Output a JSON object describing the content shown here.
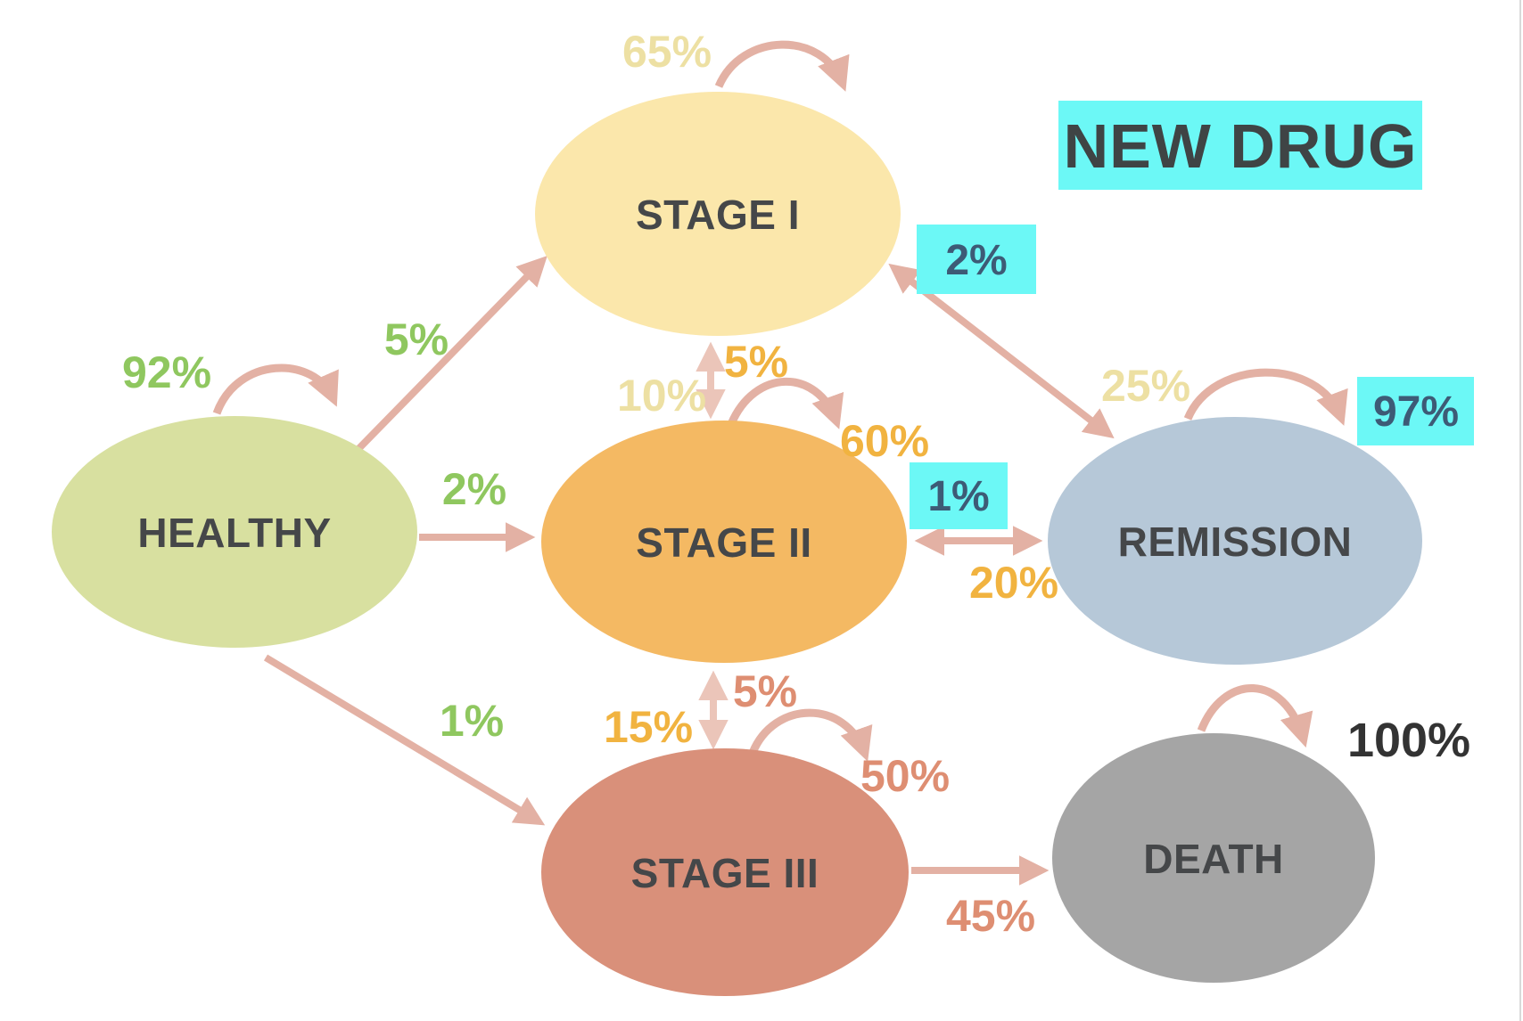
{
  "banner": {
    "label": "NEW DRUG"
  },
  "nodes": {
    "healthy": {
      "label": "HEALTHY",
      "self_loop_pct": "92%"
    },
    "stage_i": {
      "label": "STAGE I",
      "self_loop_pct": "65%"
    },
    "stage_ii": {
      "label": "STAGE II",
      "self_loop_pct": "60%"
    },
    "stage_iii": {
      "label": "STAGE III",
      "self_loop_pct": "50%"
    },
    "remission": {
      "label": "REMISSION",
      "self_loop_pct": "97%"
    },
    "death": {
      "label": "DEATH",
      "self_loop_pct": "100%"
    }
  },
  "transitions": {
    "healthy_to_stage_i": {
      "pct": "5%"
    },
    "healthy_to_stage_ii": {
      "pct": "2%"
    },
    "healthy_to_stage_iii": {
      "pct": "1%"
    },
    "stage_i_to_stage_ii": {
      "pct": "10%"
    },
    "stage_ii_to_stage_i": {
      "pct": "5%"
    },
    "stage_i_to_remission": {
      "pct": "25%"
    },
    "remission_to_stage_i": {
      "pct": "2%"
    },
    "stage_ii_to_remission": {
      "pct": "20%"
    },
    "remission_to_stage_ii": {
      "pct": "1%"
    },
    "stage_ii_to_stage_iii": {
      "pct": "15%"
    },
    "stage_iii_to_stage_ii": {
      "pct": "5%"
    },
    "stage_iii_to_death": {
      "pct": "45%"
    }
  },
  "colors": {
    "node_healthy": "#D8E0A0",
    "node_stage_i": "#FBE7AB",
    "node_stage_ii": "#F4B963",
    "node_stage_iii": "#D9907A",
    "node_remission": "#B6C8D8",
    "node_death": "#A5A5A5",
    "arrow_pink": "#E3B1A4",
    "arrow_pink_light": "#EBC5B9",
    "pct_from_healthy": "#8FC75F",
    "pct_from_stage_i": "#EDE0A3",
    "pct_from_stage_ii": "#F1B340",
    "pct_from_stage_iii": "#DE8E72",
    "pct_death_self": "#333333",
    "highlight_cyan": "#6CF8F6",
    "highlight_text": "#3D5B76",
    "node_label_text": "#454749"
  }
}
